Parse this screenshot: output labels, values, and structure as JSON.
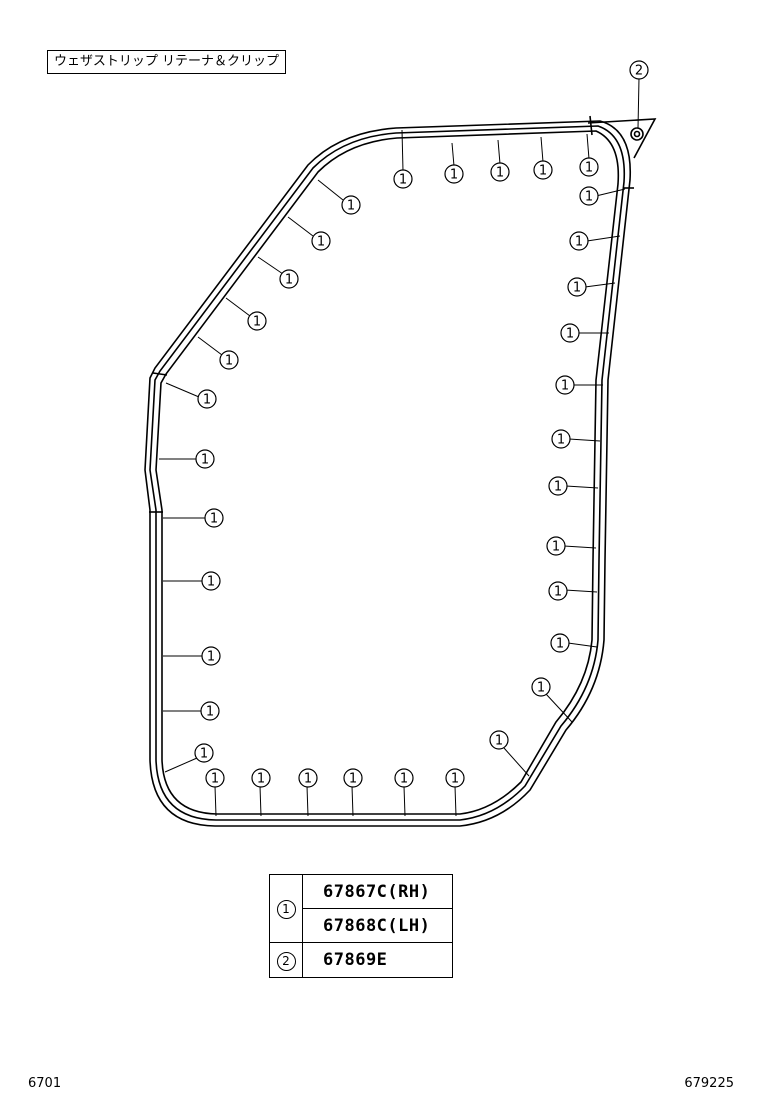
{
  "title": "ウェザストリップ リテーナ＆クリップ",
  "callouts": {
    "one": "1",
    "two": "2"
  },
  "parts_table": [
    {
      "key": "1",
      "parts": [
        "67867C(RH)",
        "67868C(LH)"
      ]
    },
    {
      "key": "2",
      "parts": [
        "67869E"
      ]
    }
  ],
  "footer": {
    "left": "6701",
    "right": "679225"
  }
}
